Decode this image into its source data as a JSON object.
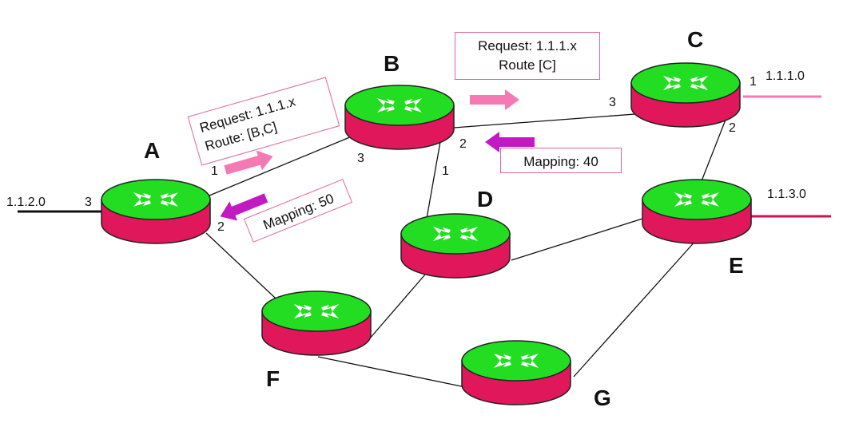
{
  "colors": {
    "router_top": "#22dd22",
    "router_body": "#e0175a",
    "router_edge": "#222222",
    "arrow_request": "#f57ab4",
    "arrow_mapping": "#c21ac2",
    "box_border": "#e0649a",
    "link_c": "#f57ab4",
    "link_e": "#d0104f",
    "link_a": "#111111"
  },
  "icons": {
    "router": "router-icon",
    "arrow": "block-arrow-icon"
  },
  "nodes": {
    "A": "A",
    "B": "B",
    "C": "C",
    "D": "D",
    "E": "E",
    "F": "F",
    "G": "G"
  },
  "networks": {
    "a": "1.1.2.0",
    "c": "1.1.1.0",
    "e": "1.1.3.0"
  },
  "ports": {
    "a3": "3",
    "a1": "1",
    "a2": "2",
    "b3": "3",
    "b2": "2",
    "b1": "1",
    "c3": "3",
    "c1": "1",
    "c2": "2"
  },
  "boxes": {
    "req_a": [
      "Request: 1.1.1.x",
      "Route: [B,C]"
    ],
    "req_b": [
      "Request: 1.1.1.x",
      "Route [C]"
    ],
    "map_b": "Mapping: 40",
    "map_a": "Mapping: 50"
  }
}
